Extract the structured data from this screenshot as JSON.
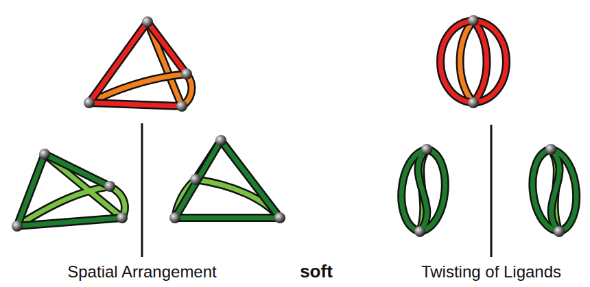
{
  "diagram": {
    "labels": [
      "Spatial Arrangement",
      "soft",
      "Twisting of Ligands"
    ]
  }
}
